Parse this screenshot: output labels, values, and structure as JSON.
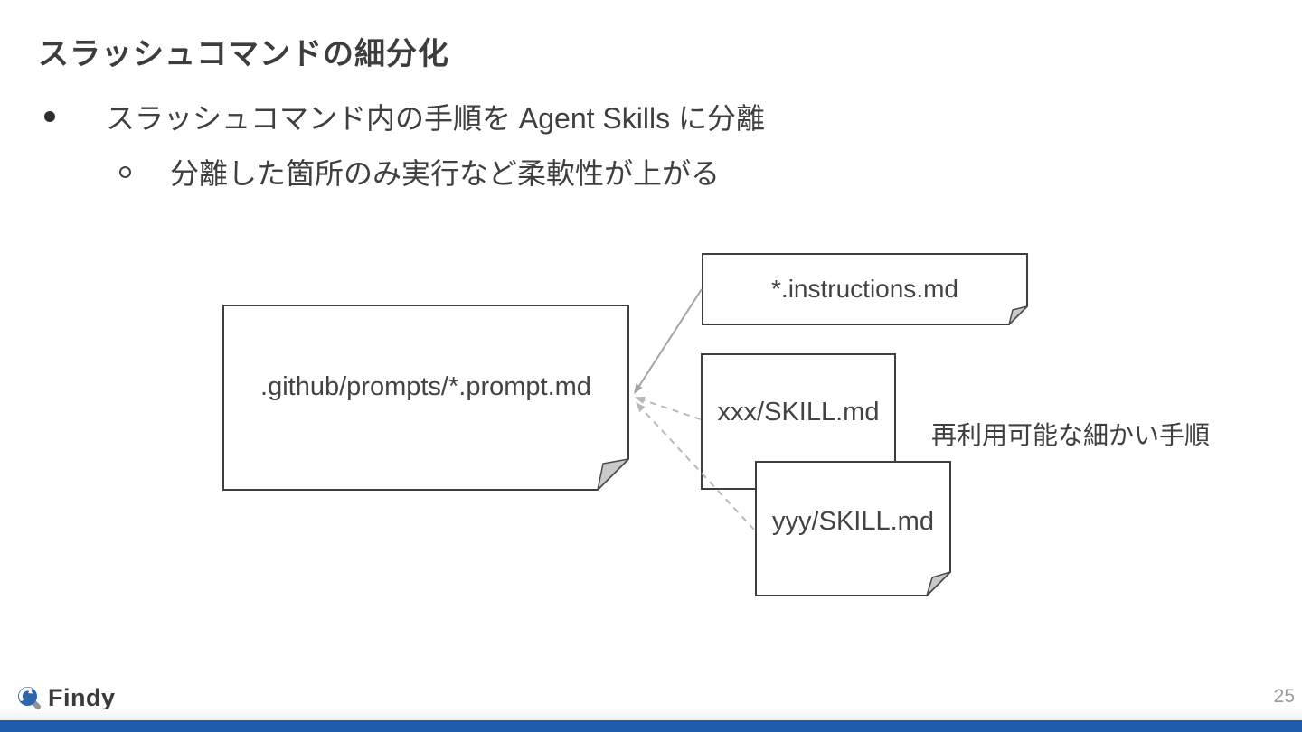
{
  "slide": {
    "title": "スラッシュコマンドの細分化",
    "bullets": [
      {
        "level": 1,
        "marker": "filled-circle",
        "text": "スラッシュコマンド内の手順を Agent Skills に分離"
      },
      {
        "level": 2,
        "marker": "open-circle",
        "text": "分離した箇所のみ実行など柔軟性が上がる"
      }
    ],
    "diagram": {
      "source_box": {
        "label": ".github/prompts/*.prompt.md",
        "shape": "document-folded-corner"
      },
      "target_boxes": [
        {
          "label": "*.instructions.md",
          "shape": "document-folded-corner",
          "connector": "solid-arrow"
        },
        {
          "label": "xxx/SKILL.md",
          "shape": "rectangle",
          "connector": "dashed-arrow"
        },
        {
          "label": "yyy/SKILL.md",
          "shape": "document-folded-corner",
          "connector": "dashed-arrow"
        }
      ],
      "annotation": "再利用可能な細かい手順"
    },
    "footer": {
      "brand": "Findy",
      "page_number": "25"
    },
    "icons": {
      "brand": "findy-magnifier-icon",
      "bullet_level1": "filled-circle",
      "bullet_level2": "open-circle"
    },
    "colors": {
      "accent_bar": "#1e5dab",
      "text": "#3f3f3f",
      "box_border": "#3f3f3f",
      "solid_connector": "#a3a3a3",
      "dashed_connector": "#b9b9b9",
      "fold_fill": "#c9c9c9",
      "page_number": "#9b9b9b",
      "logo_blue": "#2e66a9"
    }
  }
}
